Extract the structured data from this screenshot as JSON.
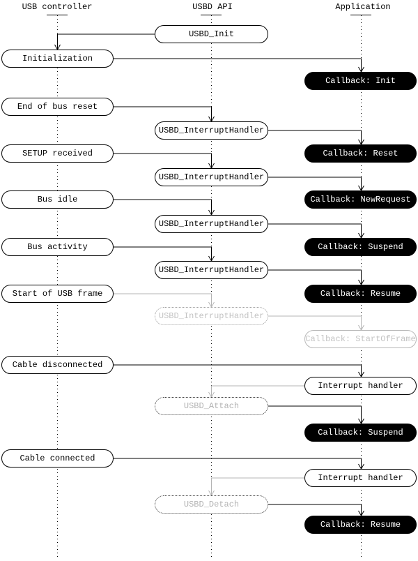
{
  "columns": [
    {
      "id": "usb-controller",
      "label": "USB controller"
    },
    {
      "id": "usbd-api",
      "label": "USBD API"
    },
    {
      "id": "application",
      "label": "Application"
    }
  ],
  "colors": {
    "line_active": "#000000",
    "line_inactive": "#b4b4b4",
    "faded_text": "#c3c3c3",
    "callback_bg": "#000000",
    "callback_text": "#ffffff",
    "background": "#ffffff"
  },
  "nodes": [
    {
      "label": "USBD_Init",
      "column": "usbd-api",
      "style": "plain"
    },
    {
      "label": "Initialization",
      "column": "usb-controller",
      "style": "plain"
    },
    {
      "label": "Callback: Init",
      "column": "application",
      "style": "callback"
    },
    {
      "label": "End of bus reset",
      "column": "usb-controller",
      "style": "plain"
    },
    {
      "label": "USBD_InterruptHandler",
      "column": "usbd-api",
      "style": "plain"
    },
    {
      "label": "SETUP received",
      "column": "usb-controller",
      "style": "plain"
    },
    {
      "label": "Callback: Reset",
      "column": "application",
      "style": "callback"
    },
    {
      "label": "USBD_InterruptHandler",
      "column": "usbd-api",
      "style": "plain"
    },
    {
      "label": "Bus idle",
      "column": "usb-controller",
      "style": "plain"
    },
    {
      "label": "Callback: NewRequest",
      "column": "application",
      "style": "callback"
    },
    {
      "label": "USBD_InterruptHandler",
      "column": "usbd-api",
      "style": "plain"
    },
    {
      "label": "Bus activity",
      "column": "usb-controller",
      "style": "plain"
    },
    {
      "label": "Callback: Suspend",
      "column": "application",
      "style": "callback"
    },
    {
      "label": "USBD_InterruptHandler",
      "column": "usbd-api",
      "style": "plain"
    },
    {
      "label": "Start of USB frame",
      "column": "usb-controller",
      "style": "plain"
    },
    {
      "label": "Callback: Resume",
      "column": "application",
      "style": "callback"
    },
    {
      "label": "USBD_InterruptHandler",
      "column": "usbd-api",
      "style": "faded"
    },
    {
      "label": "Callback: StartOfFrame",
      "column": "application",
      "style": "faded-solid"
    },
    {
      "label": "Cable disconnected",
      "column": "usb-controller",
      "style": "plain"
    },
    {
      "label": "Interrupt handler",
      "column": "application",
      "style": "plain"
    },
    {
      "label": "USBD_Attach",
      "column": "usbd-api",
      "style": "stub"
    },
    {
      "label": "Callback: Suspend",
      "column": "application",
      "style": "callback"
    },
    {
      "label": "Cable connected",
      "column": "usb-controller",
      "style": "plain"
    },
    {
      "label": "Interrupt handler",
      "column": "application",
      "style": "plain"
    },
    {
      "label": "USBD_Detach",
      "column": "usbd-api",
      "style": "stub"
    },
    {
      "label": "Callback: Resume",
      "column": "application",
      "style": "callback"
    }
  ],
  "connections": [
    {
      "from": 0,
      "to": 1,
      "style": "active"
    },
    {
      "from": 1,
      "to": 2,
      "style": "active"
    },
    {
      "from": 3,
      "to": 4,
      "style": "active"
    },
    {
      "from": 4,
      "to": 6,
      "style": "active"
    },
    {
      "from": 5,
      "to": 7,
      "style": "active"
    },
    {
      "from": 7,
      "to": 9,
      "style": "active"
    },
    {
      "from": 8,
      "to": 10,
      "style": "active"
    },
    {
      "from": 10,
      "to": 12,
      "style": "active"
    },
    {
      "from": 11,
      "to": 13,
      "style": "active"
    },
    {
      "from": 13,
      "to": 15,
      "style": "active"
    },
    {
      "from": 14,
      "to": 16,
      "style": "inactive"
    },
    {
      "from": 16,
      "to": 17,
      "style": "inactive"
    },
    {
      "from": 18,
      "to": 19,
      "style": "active"
    },
    {
      "from": 19,
      "to": 20,
      "style": "inactive"
    },
    {
      "from": 20,
      "to": 21,
      "style": "active"
    },
    {
      "from": 22,
      "to": 23,
      "style": "active"
    },
    {
      "from": 23,
      "to": 24,
      "style": "inactive"
    },
    {
      "from": 24,
      "to": 25,
      "style": "active"
    }
  ]
}
